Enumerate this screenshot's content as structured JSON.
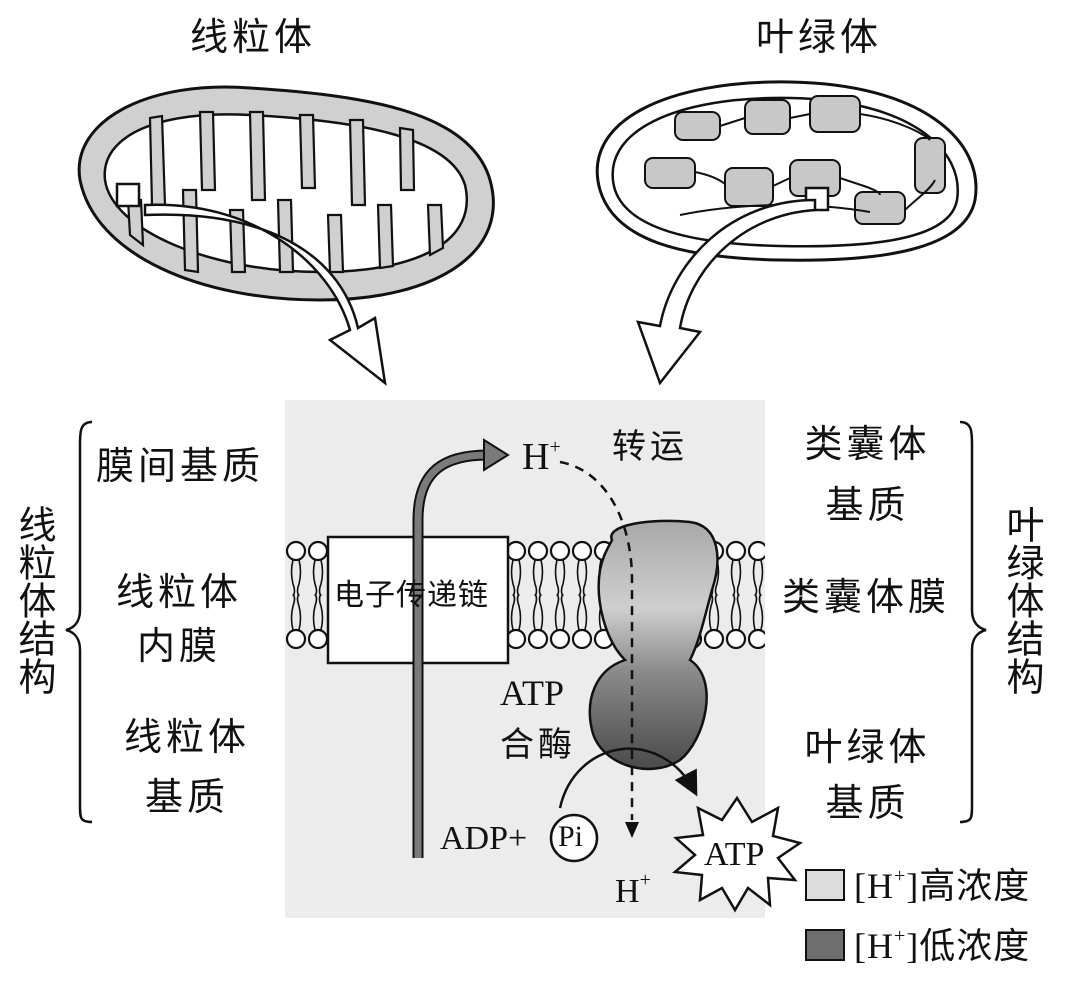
{
  "titles": {
    "mitochondrion": "线粒体",
    "chloroplast": "叶绿体"
  },
  "left_labels": {
    "intermembrane": "膜间基质",
    "inner_membrane_line1": "线粒体",
    "inner_membrane_line2": "内膜",
    "matrix_line1": "线粒体",
    "matrix_line2": "基质",
    "bracket": "线粒体结构"
  },
  "right_labels": {
    "lumen_line1": "类囊体",
    "lumen_line2": "基质",
    "thylakoid_membrane": "类囊体膜",
    "stroma_line1": "叶绿体",
    "stroma_line2": "基质",
    "bracket": "叶绿体结构"
  },
  "center": {
    "etc": "电子传递链",
    "h_top": "H",
    "h_sup": "+",
    "transport": "转运",
    "atp_synthase_line1": "ATP",
    "atp_synthase_line2": "合酶",
    "adp": "ADP+",
    "pi": "Pi",
    "h_bottom": "H",
    "atp": "ATP"
  },
  "legend": {
    "high_prefix": "[H",
    "high_sup": "+",
    "high_suffix": "]高浓度",
    "low_prefix": "[H",
    "low_sup": "+",
    "low_suffix": "]低浓度"
  },
  "colors": {
    "high_concentration": "#dcdcdc",
    "low_concentration": "#6e6e6e",
    "organelle_fill": "#d0d0d0",
    "panel": "#ececec"
  }
}
